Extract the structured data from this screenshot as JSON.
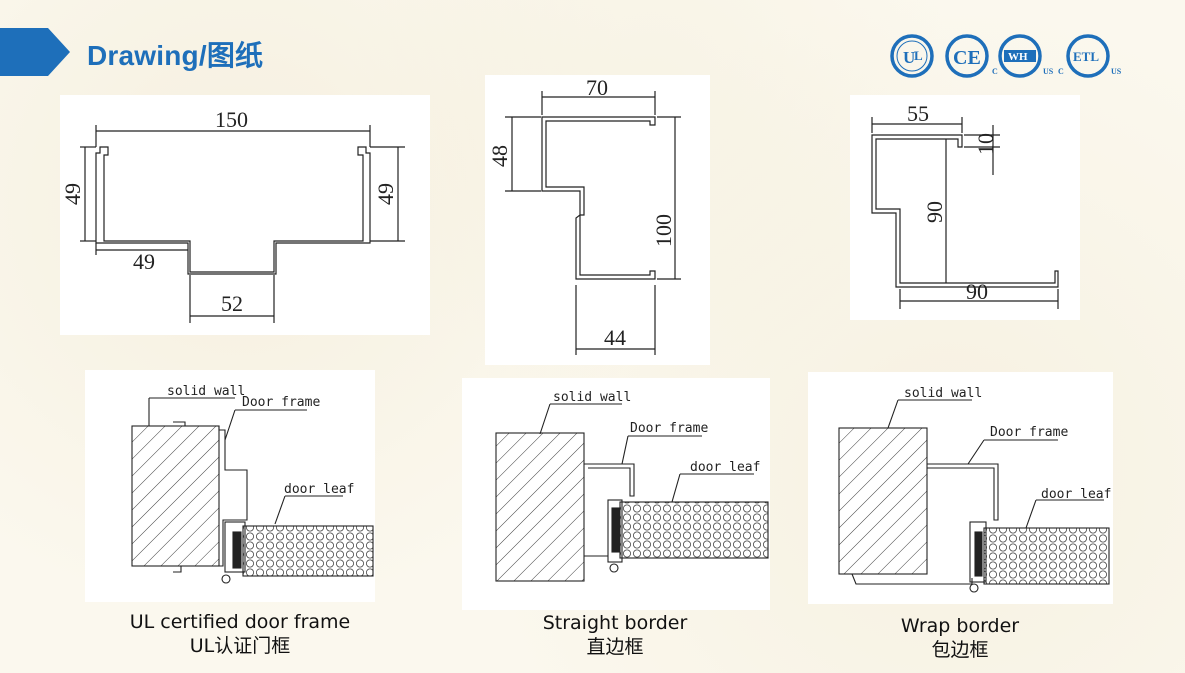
{
  "title": "Drawing/图纸",
  "certifications": [
    {
      "icon": "ul-mark-icon",
      "text": "UL"
    },
    {
      "icon": "ce-mark-icon",
      "text": "CE"
    },
    {
      "icon": "wh-mark-icon",
      "text": "WH"
    },
    {
      "icon": "etl-mark-icon",
      "text": "ETL"
    }
  ],
  "profiles": {
    "ul_frame": {
      "width": "150",
      "left_depth": "49",
      "right_depth": "49",
      "left_return": "49",
      "rebate": "52"
    },
    "straight_frame": {
      "top": "70",
      "upper_depth": "48",
      "height": "100",
      "bottom": "44"
    },
    "wrap_frame": {
      "top": "55",
      "lip": "10",
      "depth": "90",
      "bottom": "90"
    }
  },
  "details": [
    {
      "solid_wall": "solid wall",
      "door_frame": "Door frame",
      "door_leaf": "door leaf",
      "caption_en": "UL certified door frame",
      "caption_cn": "UL认证门框"
    },
    {
      "solid_wall": "solid wall",
      "door_frame": "Door frame",
      "door_leaf": "door leaf",
      "caption_en": "Straight border",
      "caption_cn": "直边框"
    },
    {
      "solid_wall": "solid wall",
      "door_frame": "Door frame",
      "door_leaf": "door leaf",
      "caption_en": "Wrap border",
      "caption_cn": "包边框"
    }
  ]
}
